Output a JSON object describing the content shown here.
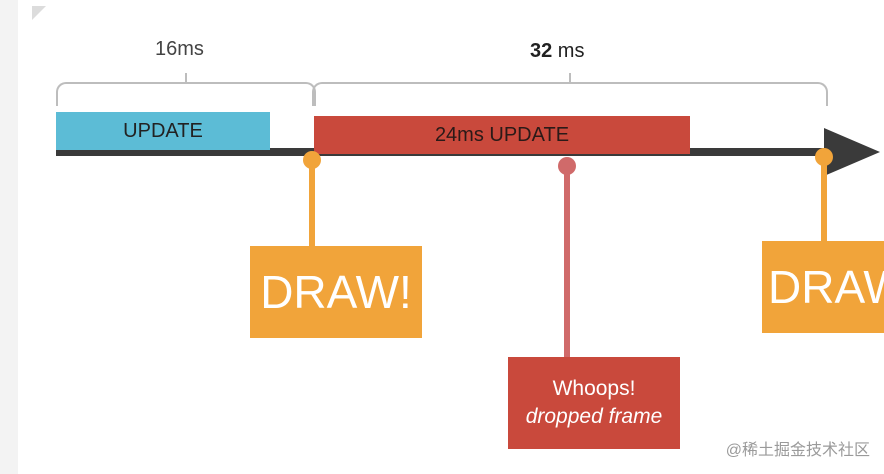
{
  "labels": {
    "interval1": "16ms",
    "interval2_num": "32",
    "interval2_unit": " ms"
  },
  "bars": {
    "update": "UPDATE",
    "update24": "24ms UPDATE"
  },
  "boxes": {
    "draw1": "DRAW!",
    "draw2": "DRAW!",
    "whoops_line1": "Whoops!",
    "whoops_line2": "dropped frame"
  },
  "watermark": "@稀土掘金技术社区",
  "colors": {
    "update_bar": "#5cbcd6",
    "update24_bar": "#c9493c",
    "draw_box": "#f1a43a",
    "whoops_box": "#c9493c",
    "timeline": "#3a3a3a",
    "whoops_connector": "#d06a6a"
  }
}
